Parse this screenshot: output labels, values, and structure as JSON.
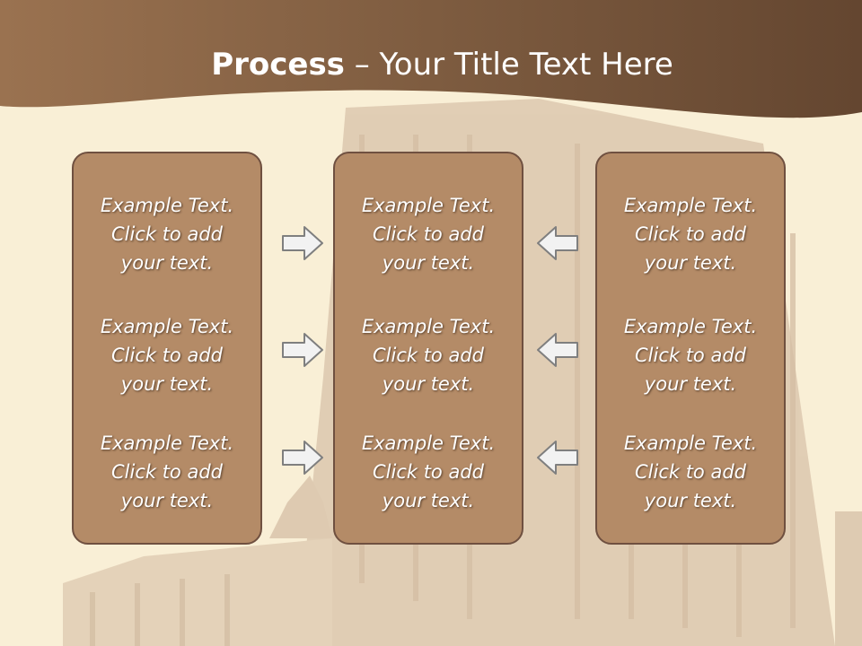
{
  "slide": {
    "title_bold": "Process",
    "title_rest": " – Your Title Text Here"
  },
  "columns": [
    {
      "items": [
        {
          "line1": "Example Text.",
          "line2": "Click  to add",
          "line3": "your text."
        },
        {
          "line1": "Example Text.",
          "line2": "Click  to add",
          "line3": "your text."
        },
        {
          "line1": "Example Text.",
          "line2": "Click  to add",
          "line3": "your text."
        }
      ]
    },
    {
      "items": [
        {
          "line1": "Example Text.",
          "line2": "Click  to add",
          "line3": "your text."
        },
        {
          "line1": "Example Text.",
          "line2": "Click  to add",
          "line3": "your text."
        },
        {
          "line1": "Example Text.",
          "line2": "Click  to add",
          "line3": "your text."
        }
      ]
    },
    {
      "items": [
        {
          "line1": "Example Text.",
          "line2": "Click  to add",
          "line3": "your text."
        },
        {
          "line1": "Example Text.",
          "line2": "Click  to add",
          "line3": "your text."
        },
        {
          "line1": "Example Text.",
          "line2": "Click  to add",
          "line3": "your text."
        }
      ]
    }
  ],
  "arrows": {
    "left_group": "arrow-right-icon",
    "right_group": "arrow-left-icon"
  },
  "colors": {
    "header": "#7b5a40",
    "background": "#f9efd6",
    "box_fill": "#b48b67",
    "box_border": "#6f5040",
    "arrow_fill": "#f2f2f2",
    "arrow_stroke": "#7f7f7f"
  }
}
